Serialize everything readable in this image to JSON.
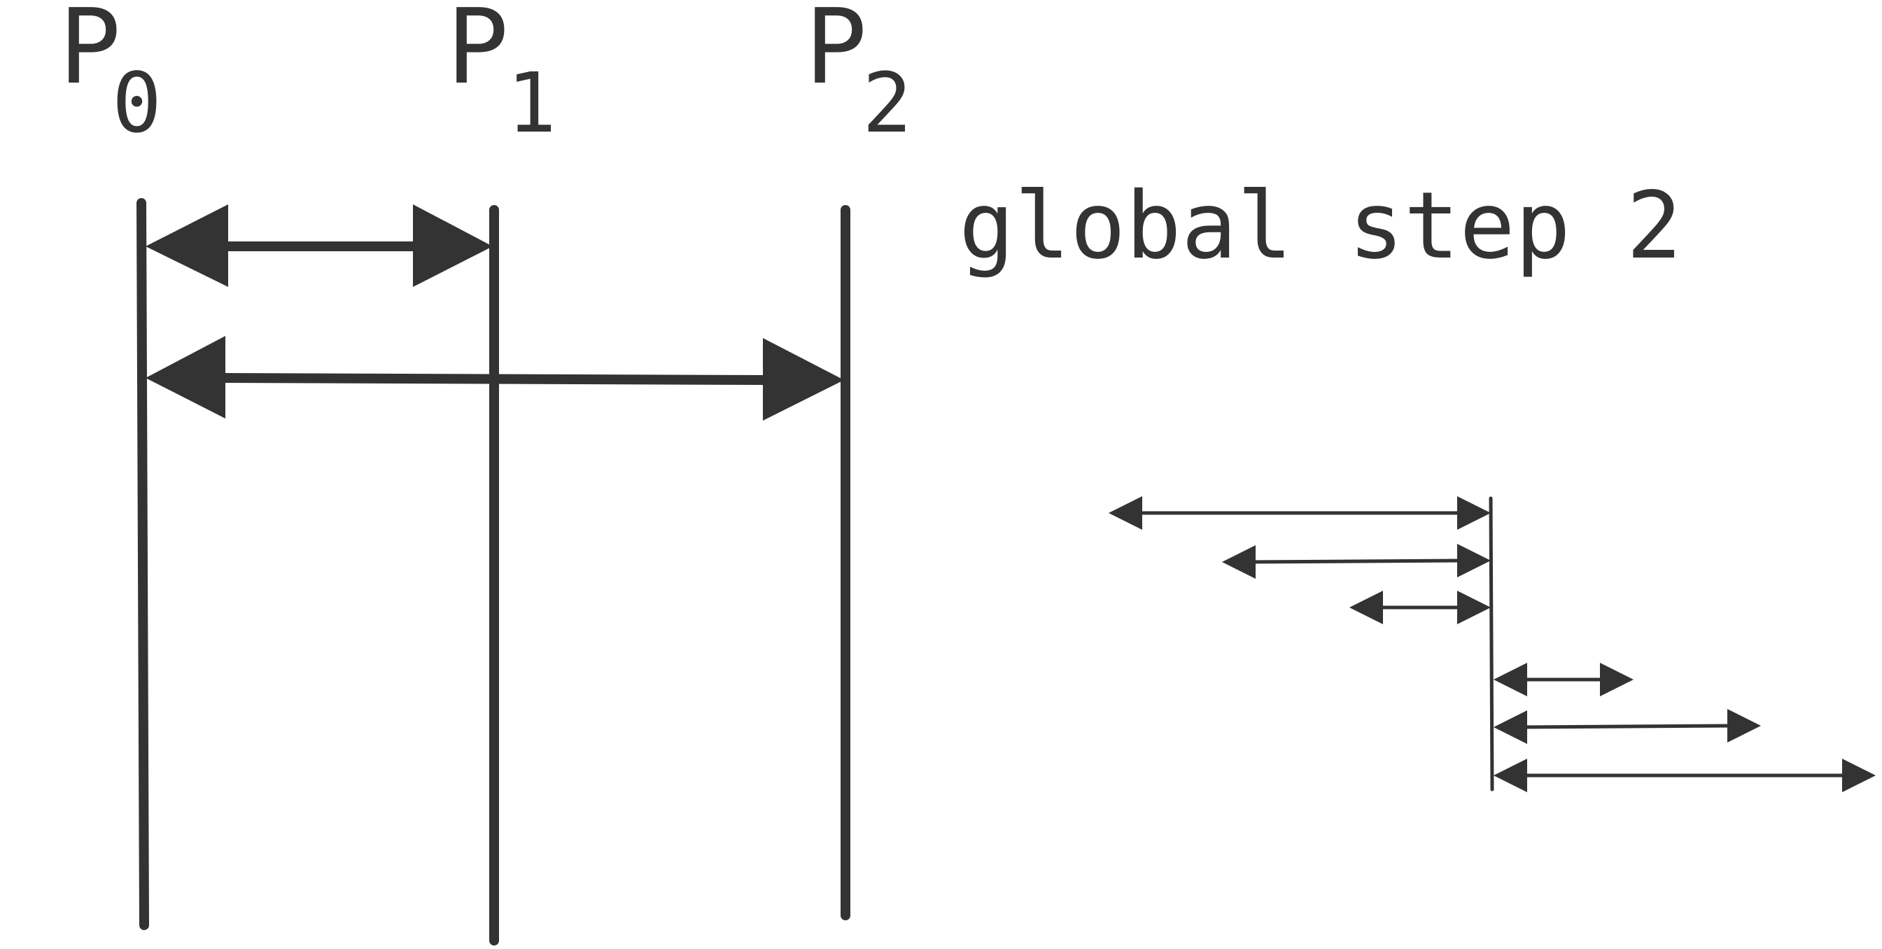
{
  "processes": [
    {
      "name": "P",
      "sub": "0"
    },
    {
      "name": "P",
      "sub": "1"
    },
    {
      "name": "P",
      "sub": "2"
    }
  ],
  "caption": "global step 2",
  "colors": {
    "ink": "#333333",
    "background": "#ffffff"
  }
}
